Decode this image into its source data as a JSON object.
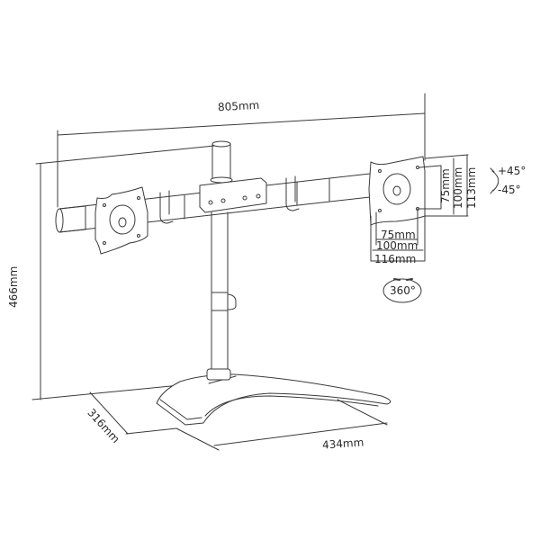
{
  "diagram": {
    "title": "Dual monitor desk stand dimension drawing",
    "line_color": "#3a3a3a",
    "background": "#ffffff"
  },
  "dimensions": {
    "overall_width": "805mm",
    "overall_height": "466mm",
    "base_depth": "316mm",
    "base_width": "434mm"
  },
  "vesa": {
    "horizontal": [
      "75mm",
      "100mm",
      "116mm"
    ],
    "vertical": [
      "75mm",
      "100mm",
      "113mm"
    ]
  },
  "tilt": {
    "up": "+45°",
    "down": "-45°"
  },
  "rotation": {
    "label": "360°"
  }
}
